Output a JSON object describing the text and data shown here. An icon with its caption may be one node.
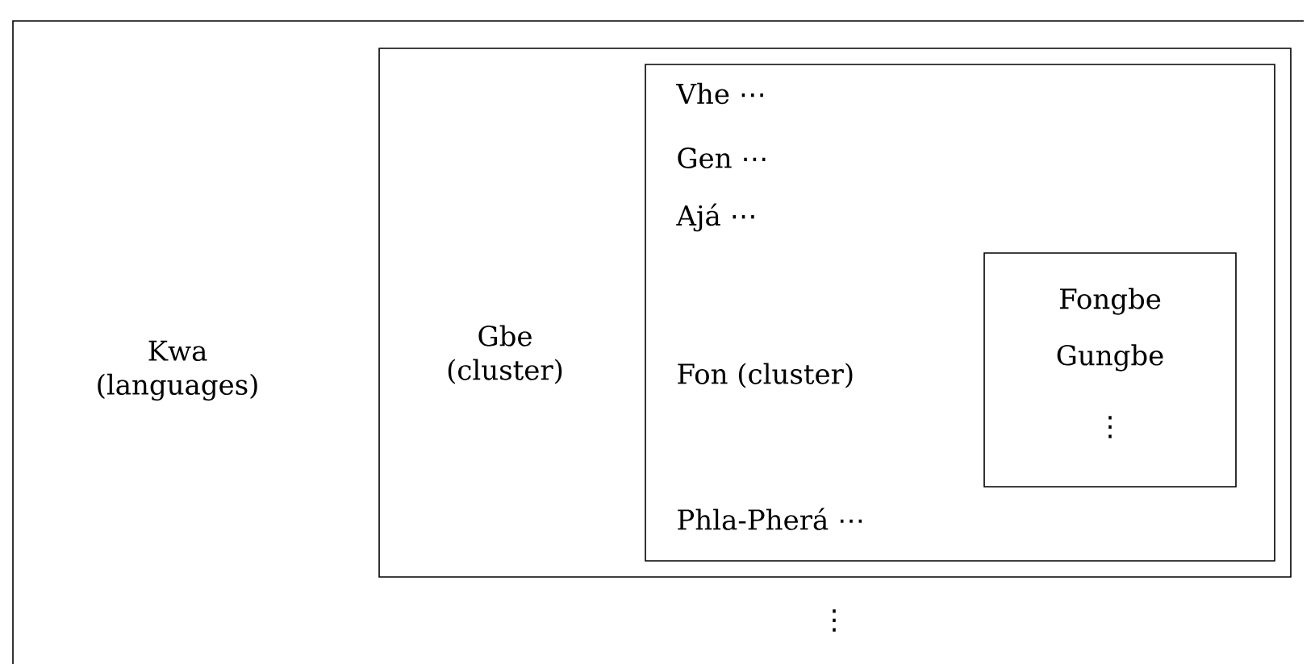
{
  "diagram": {
    "nodes": [
      {
        "text": [
          "Kwa (languages)"
        ]
      },
      {
        "text": [
          "Gbe (cluster)"
        ]
      },
      {
        "text": [
          "Vhe ⋯",
          "Gen ⋯",
          "Ajá ⋯",
          "Phla-Pherá ⋯"
        ],
        "in": 1
      },
      {
        "text": [
          "Fon (cluster)",
          "Fongbe",
          "Gungbe",
          "⋮"
        ],
        "in": 2
      }
    ],
    "labels": [
      "⋮"
    ]
  }
}
